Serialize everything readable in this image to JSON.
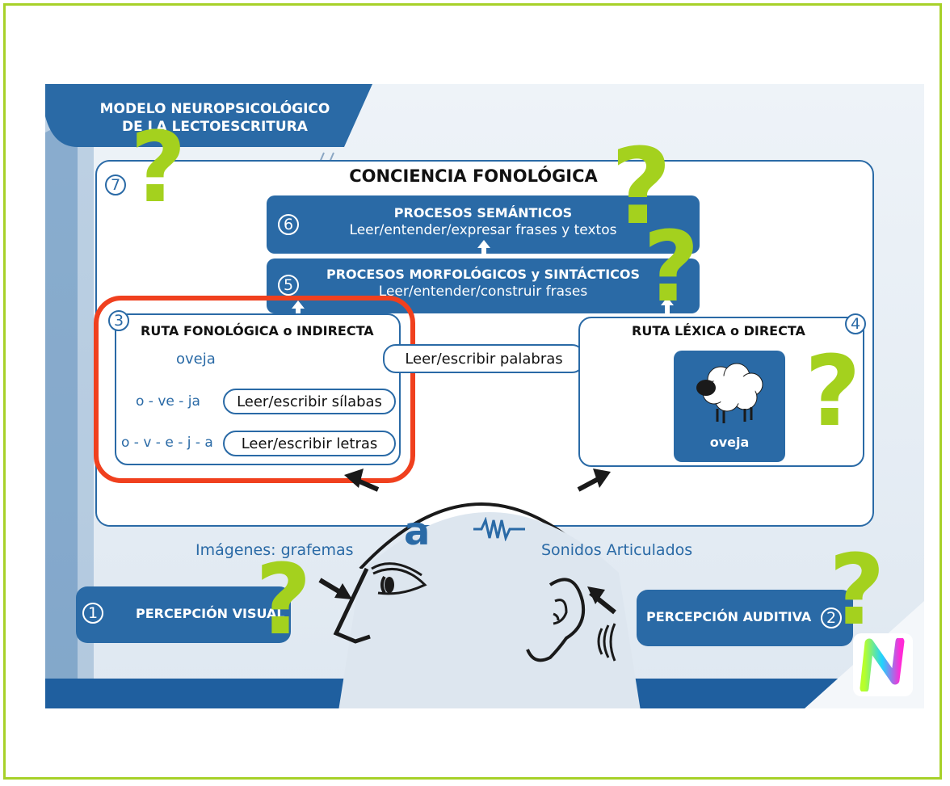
{
  "header": {
    "line1": "MODELO NEUROPSICOLÓGICO",
    "line2": "DE LA LECTOESCRITURA"
  },
  "main_box": {
    "number": "7",
    "title": "CONCIENCIA FONOLÓGICA"
  },
  "semanticos": {
    "number": "6",
    "title": "PROCESOS SEMÁNTICOS",
    "subtitle": "Leer/entender/expresar frases y textos"
  },
  "morfologicos": {
    "number": "5",
    "title": "PROCESOS MORFOLÓGICOS y SINTÁCTICOS",
    "subtitle": "Leer/entender/construir frases"
  },
  "ruta_fonologica": {
    "number": "3",
    "title": "RUTA FONOLÓGICA o INDIRECTA",
    "word": "oveja",
    "syllables": "o - ve - ja",
    "syllables_label": "Leer/escribir sílabas",
    "letters": "o - v - e - j - a",
    "letters_label": "Leer/escribir letras"
  },
  "center_pill": "Leer/escribir palabras",
  "ruta_lexica": {
    "number": "4",
    "title": "RUTA LÉXICA o DIRECTA",
    "image_label": "oveja"
  },
  "stimuli": {
    "letter": "a",
    "images_label": "Imágenes: grafemas",
    "sounds_label": "Sonidos Articulados"
  },
  "percepcion_visual": {
    "number": "1",
    "label": "PERCEPCIÓN VISUAL"
  },
  "percepcion_auditiva": {
    "number": "2",
    "label": "PERCEPCIÓN AUDITIVA"
  },
  "logo_letter": "N",
  "question_mark": "?",
  "colors": {
    "frame": "#a7d129",
    "blue": "#2a6aa6",
    "highlight": "#f0401e",
    "question": "#a4d11e"
  }
}
